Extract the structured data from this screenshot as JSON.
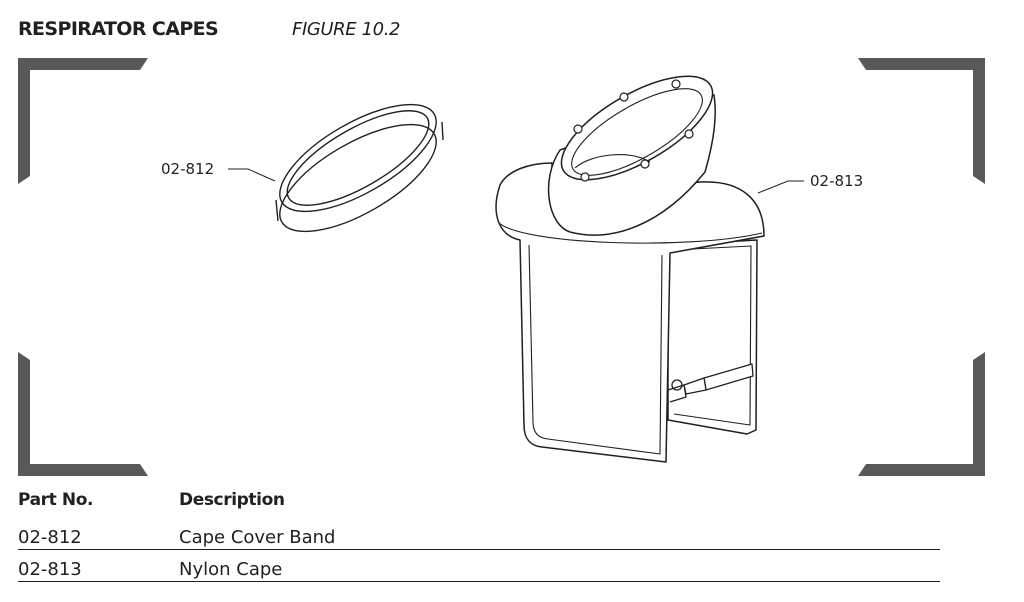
{
  "header": {
    "section_title": "RESPIRATOR CAPES",
    "figure_label": "FIGURE 10.2"
  },
  "figure": {
    "callouts": [
      {
        "label": "02-812"
      },
      {
        "label": "02-813"
      }
    ],
    "colors": {
      "ink": "#231f20",
      "frame": "#58595b",
      "fill": "#ffffff"
    },
    "icons": [
      "cape-cover-band-illustration",
      "nylon-cape-illustration",
      "corner-frame-bracket"
    ]
  },
  "parts_table": {
    "columns": [
      "Part No.",
      "Description"
    ],
    "rows": [
      {
        "part_no": "02-812",
        "description": "Cape Cover Band"
      },
      {
        "part_no": "02-813",
        "description": "Nylon Cape"
      }
    ]
  }
}
